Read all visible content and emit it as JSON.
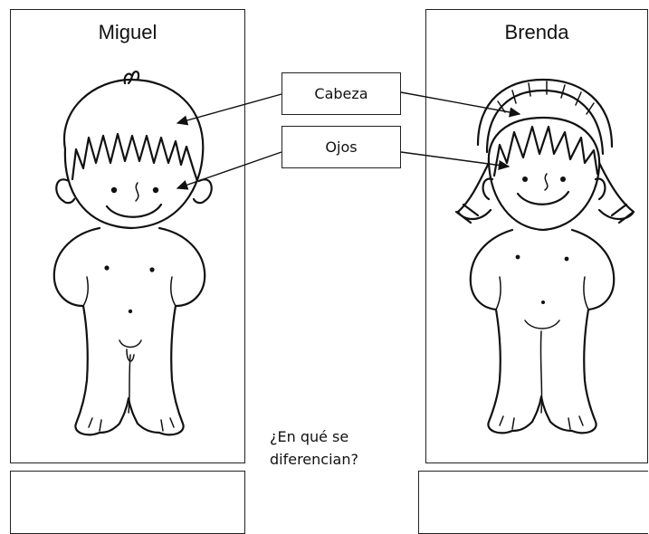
{
  "panels": {
    "left_name": "Miguel",
    "right_name": "Brenda"
  },
  "labels": {
    "head": "Cabeza",
    "eyes": "Ojos"
  },
  "question": {
    "line1": "¿En qué se",
    "line2": "diferencian?"
  },
  "colors": {
    "line": "#111111",
    "background": "#ffffff"
  }
}
